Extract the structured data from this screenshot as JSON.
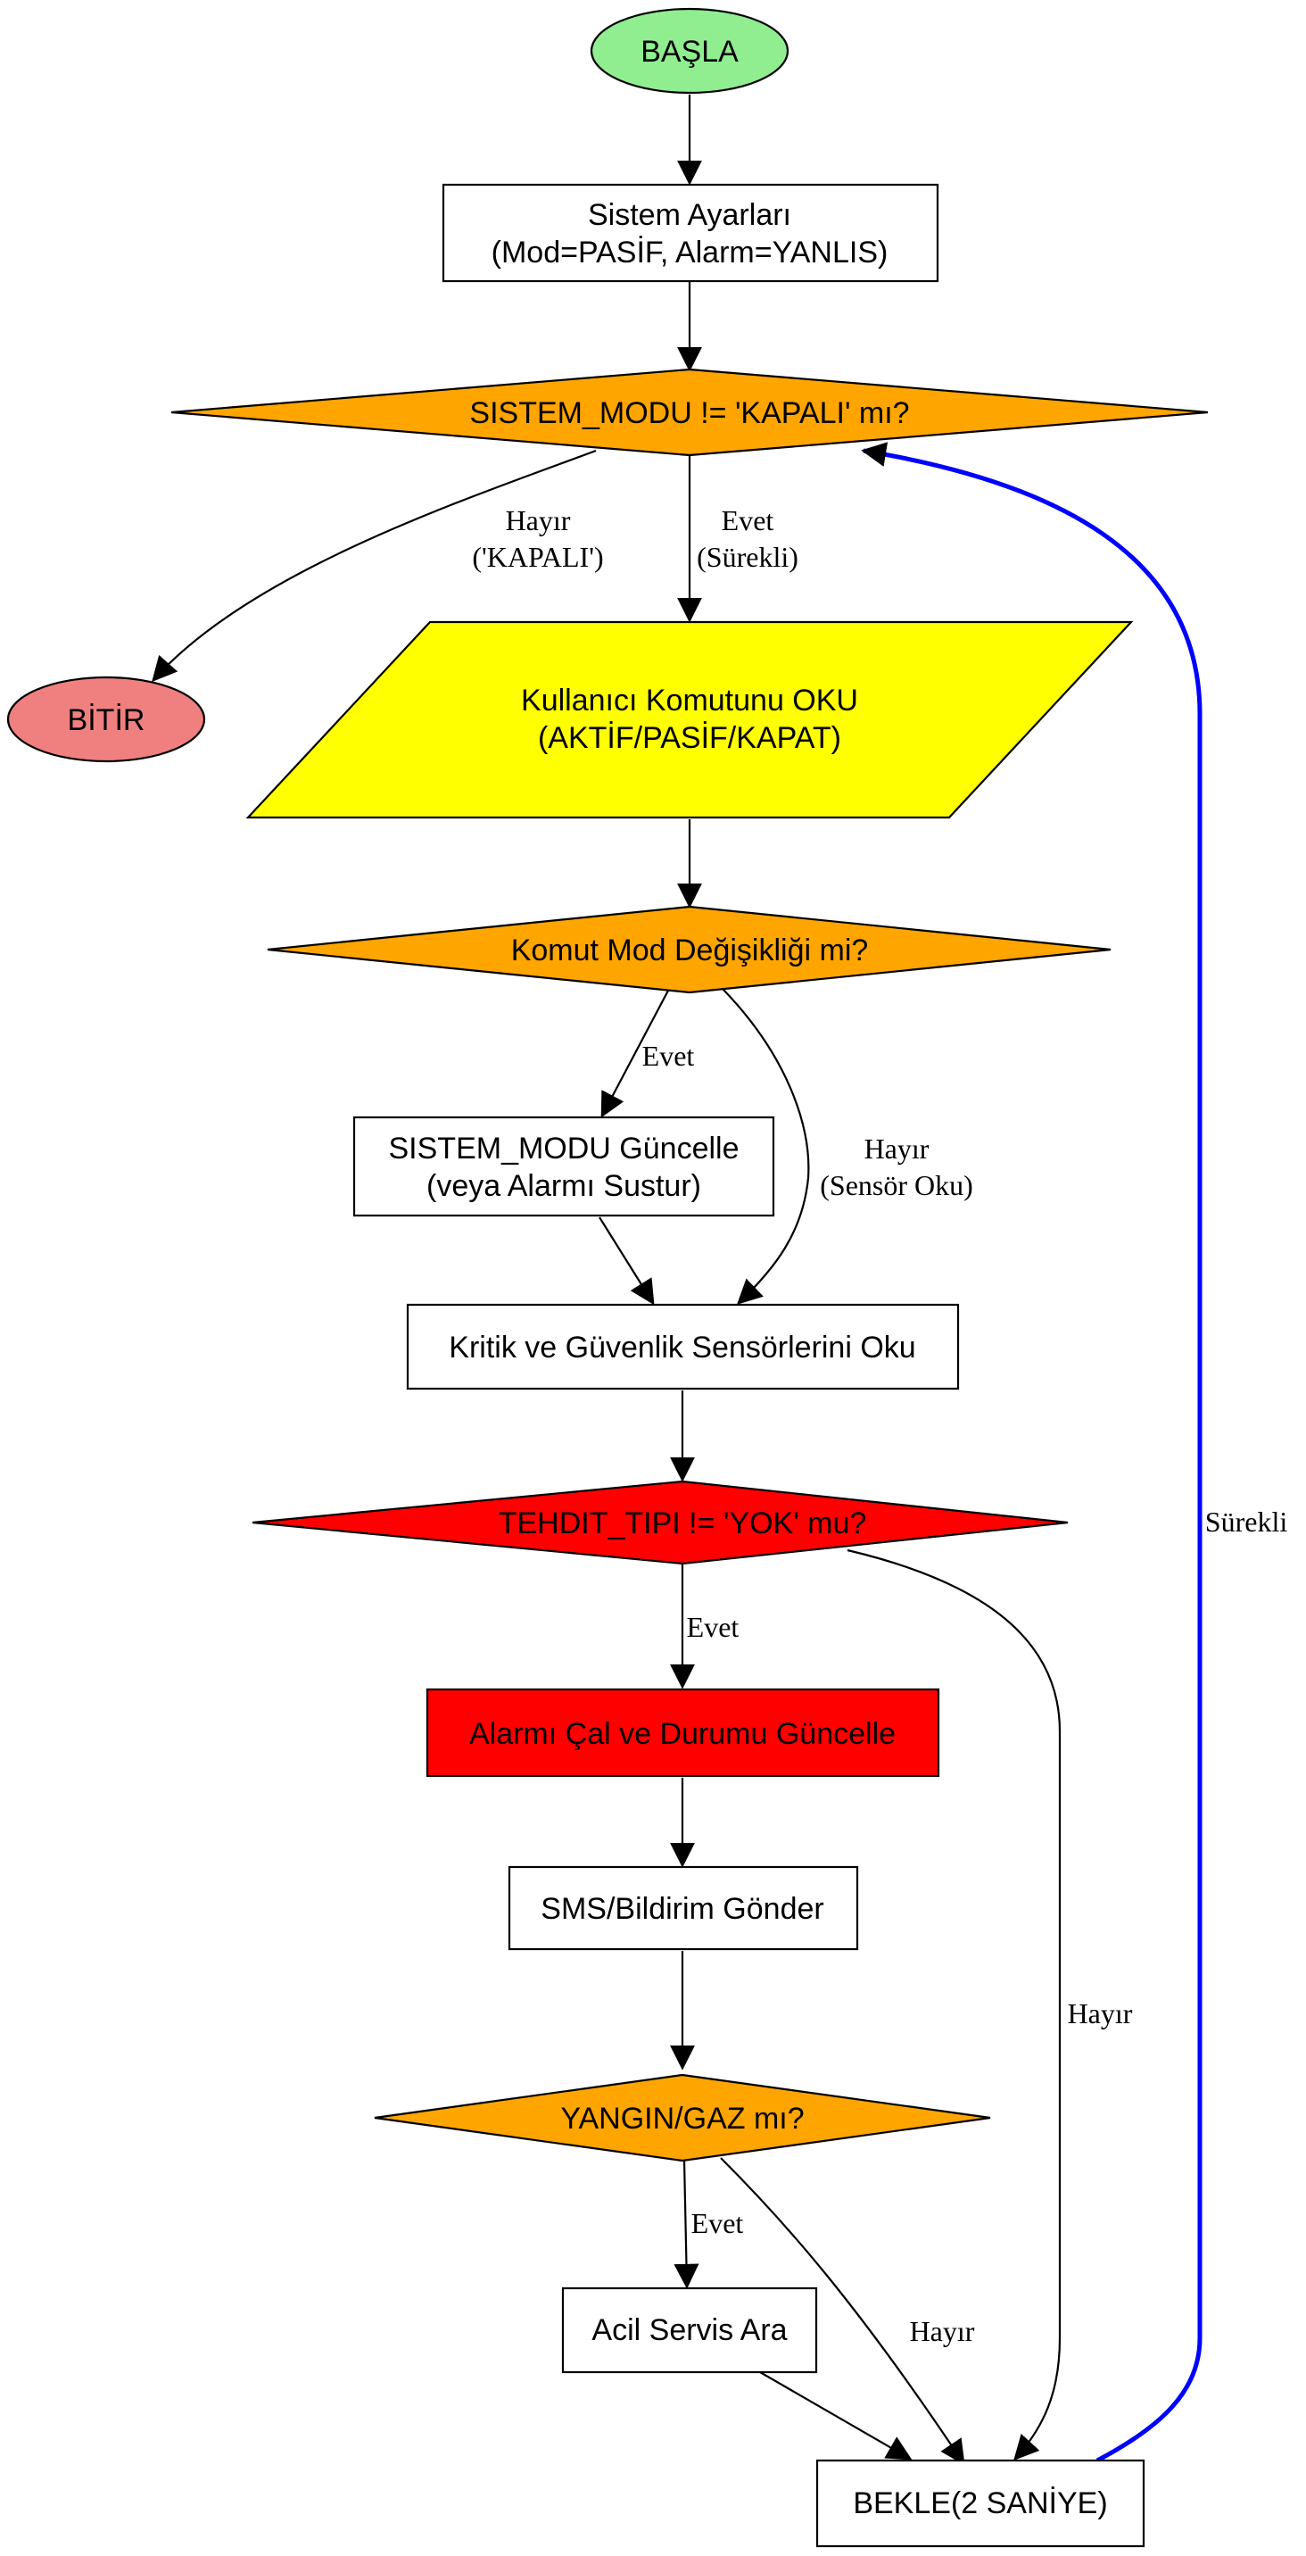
{
  "nodes": {
    "start": {
      "text": "BAŞLA",
      "color": "#90ee90"
    },
    "settings": {
      "line1": "Sistem Ayarları",
      "line2": "(Mod=PASİF, Alarm=YANLIS)",
      "color": "#ffffff"
    },
    "mode_check": {
      "text": "SISTEM_MODU != 'KAPALI' mı?",
      "color": "#ffa500"
    },
    "end": {
      "text": "BİTİR",
      "color": "#f08080"
    },
    "read_cmd": {
      "line1": "Kullanıcı Komutunu OKU",
      "line2": "(AKTİF/PASİF/KAPAT)",
      "color": "#ffff00"
    },
    "cmd_change": {
      "text": "Komut Mod Değişikliği mi?",
      "color": "#ffa500"
    },
    "update_mode": {
      "line1": "SISTEM_MODU Güncelle",
      "line2": "(veya Alarmı Sustur)",
      "color": "#ffffff"
    },
    "read_sensors": {
      "text": "Kritik ve Güvenlik Sensörlerini Oku",
      "color": "#ffffff"
    },
    "threat_check": {
      "text": "TEHDIT_TIPI != 'YOK' mu?",
      "color": "#ff0000"
    },
    "alarm": {
      "text": "Alarmı Çal ve Durumu Güncelle",
      "color": "#ff0000"
    },
    "sms": {
      "text": "SMS/Bildirim Gönder",
      "color": "#ffffff"
    },
    "fire_check": {
      "text": "YANGIN/GAZ mı?",
      "color": "#ffa500"
    },
    "call": {
      "text": "Acil Servis Ara",
      "color": "#ffffff"
    },
    "wait": {
      "text": "BEKLE(2 SANİYE)",
      "color": "#ffffff"
    }
  },
  "edges": {
    "mode_no": {
      "line1": "Hayır",
      "line2": "('KAPALI')"
    },
    "mode_yes": {
      "line1": "Evet",
      "line2": "(Sürekli)"
    },
    "cmd_yes": {
      "text": "Evet"
    },
    "cmd_no": {
      "line1": "Hayır",
      "line2": "(Sensör Oku)"
    },
    "threat_yes": {
      "text": "Evet"
    },
    "threat_no": {
      "text": "Hayır"
    },
    "fire_yes": {
      "text": "Evet"
    },
    "fire_no": {
      "text": "Hayır"
    },
    "loop": {
      "text": "Sürekli",
      "color": "#0000ff"
    }
  }
}
